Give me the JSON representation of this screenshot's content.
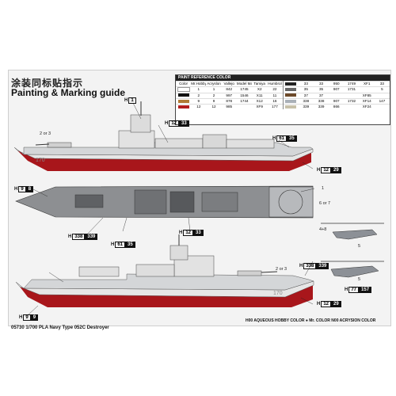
{
  "titles": {
    "chinese": "涂装同标贴指示",
    "english": "Painting & Marking guide"
  },
  "reference": {
    "header": "PAINT REFERENCE COLOR",
    "columns": [
      "Color",
      "Mr.Hobby",
      "Acryslon",
      "Vallejo",
      "Model Master",
      "Tamiya",
      "Humbrol"
    ],
    "rows": [
      {
        "color": "White",
        "hobby": "1",
        "acrys": "1",
        "vallejo": "842",
        "model": "1745",
        "tamiya": "X2",
        "humbrol": "22"
      },
      {
        "color": "Black",
        "hobby": "2",
        "acrys": "2",
        "vallejo": "997",
        "model": "1546",
        "tamiya": "X11",
        "humbrol": "11"
      },
      {
        "color": "Brown",
        "hobby": "9",
        "acrys": "9",
        "vallejo": "878",
        "model": "1744",
        "tamiya": "X12",
        "humbrol": "16"
      },
      {
        "color": "Red",
        "hobby": "12",
        "acrys": "12",
        "vallejo": "985",
        "model": "",
        "tamiya": "XF9",
        "humbrol": "177"
      }
    ],
    "rows2": [
      {
        "color": "Flat Black",
        "hobby": "33",
        "acrys": "33",
        "vallejo": "950",
        "model": "1749",
        "tamiya": "XF1",
        "humbrol": "33"
      },
      {
        "color": "Dark Gray",
        "hobby": "35",
        "acrys": "35",
        "vallejo": "907",
        "model": "1731",
        "tamiya": "",
        "humbrol": "5"
      },
      {
        "color": "Wood Brown",
        "hobby": "37",
        "acrys": "37",
        "vallejo": "",
        "model": "",
        "tamiya": "XF85",
        "humbrol": ""
      },
      {
        "color": "Light Gray",
        "hobby": "338",
        "acrys": "338",
        "vallejo": "907",
        "model": "1732",
        "tamiya": "XF14",
        "humbrol": "147"
      },
      {
        "color": "Deck Tan",
        "hobby": "339",
        "acrys": "339",
        "vallejo": "866",
        "model": "",
        "tamiya": "XF24",
        "humbrol": ""
      }
    ]
  },
  "callouts": {
    "h1_top": "1",
    "h12_33": "12",
    "h12_33b": "33",
    "h61_35": "61",
    "h61_35b": "35",
    "h12_29_a": "12",
    "h12_29_b": "29",
    "h9_8": "9",
    "h9_8b": "8",
    "h338_339": "338",
    "h338_339b": "339",
    "h61_35_plan": "61",
    "h61_35_planb": "35",
    "h12_33_plan": "12",
    "h12_33_planb": "33",
    "h338_339_right": "338",
    "h338_339_rightb": "339",
    "h77_157": "77",
    "h77_157b": "157",
    "h9_9": "9",
    "h9_9b": "9"
  },
  "markings": {
    "two_or_three_a": "2 or 3",
    "two_or_three_b": "2 or 3",
    "six_or_seven": "6 or 7",
    "four_plus_eight": "4+8",
    "five_a": "5",
    "five_b": "5",
    "hull_number_a": "170",
    "hull_number_b": "170",
    "one_label": "1"
  },
  "footer": {
    "left": "05730 1/700 PLA Navy Type 052C Destroyer",
    "right": "H00 AQUEOUS HOBBY COLOR   ● Mr. COLOR   N00 ACRYSION COLOR"
  }
}
